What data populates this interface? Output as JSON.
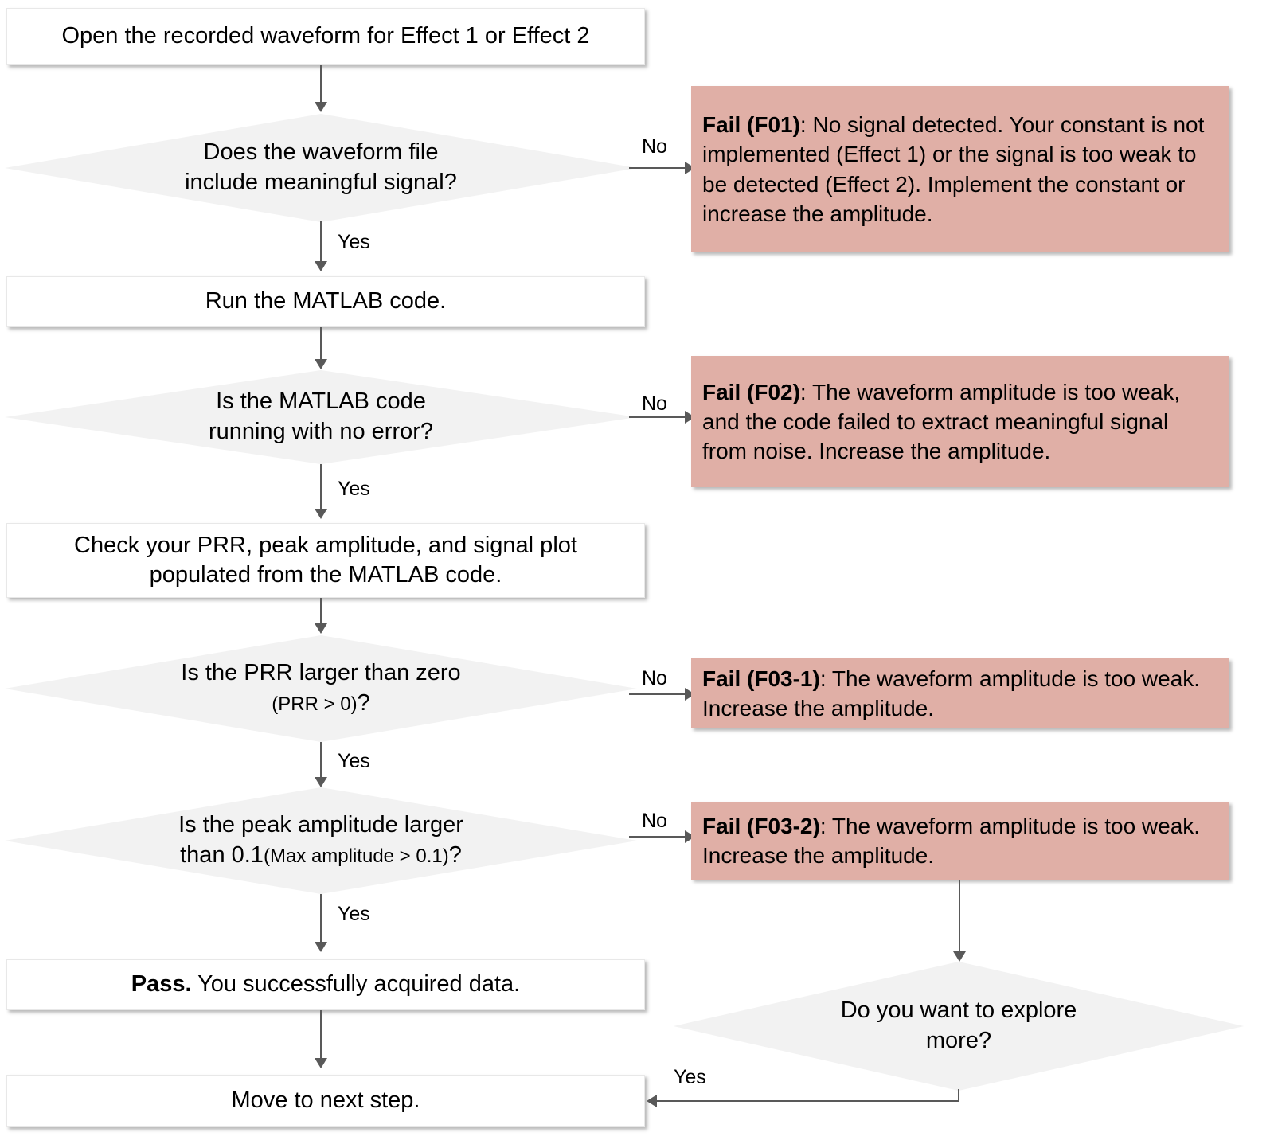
{
  "diagram": {
    "type": "flowchart",
    "title": "Waveform data acquisition troubleshooting flowchart",
    "colors": {
      "process_fill": "#ffffff",
      "decision_fill": "#f2f2f2",
      "fail_fill": "#e0afa6",
      "connector": "#595959",
      "text": "#000000"
    }
  },
  "nodes": {
    "start_box": "Open the recorded waveform for Effect 1 or Effect 2",
    "decision_signal_line1": "Does the waveform file",
    "decision_signal_line2": "include meaningful signal?",
    "run_matlab": "Run the MATLAB code.",
    "decision_matlab_line1": "Is the MATLAB code",
    "decision_matlab_line2": "running with no error?",
    "check_outputs_line1": "Check your PRR, peak amplitude, and signal plot",
    "check_outputs_line2": "populated from the MATLAB code.",
    "decision_prr_line1": "Is the PRR  larger than zero",
    "decision_prr_line2": "(PRR > 0)",
    "decision_prr_qmark": "?",
    "decision_peak_line1": "Is the peak amplitude larger",
    "decision_peak_line2a": "than 0.1",
    "decision_peak_line2b": "(Max amplitude > 0.1)",
    "decision_peak_qmark": "?",
    "pass_bold": "Pass.",
    "pass_rest": " You successfully acquired data.",
    "move_next": "Move to next step.",
    "decision_explore_line1": "Do you want to explore",
    "decision_explore_line2": "more?"
  },
  "fail_boxes": {
    "f01": {
      "label": "Fail (F01)",
      "text": ": No signal detected. Your constant is not implemented (Effect 1) or the signal is too weak to be detected (Effect 2). Implement the constant or increase the amplitude."
    },
    "f02": {
      "label": "Fail (F02)",
      "text": ": The waveform amplitude is too weak, and the code failed to extract meaningful signal from noise. Increase the amplitude."
    },
    "f03_1": {
      "label": "Fail (F03-1)",
      "text": ": The waveform amplitude is too weak. Increase the amplitude."
    },
    "f03_2": {
      "label": "Fail (F03-2)",
      "text": ": The waveform amplitude is too weak. Increase the amplitude."
    }
  },
  "edge_labels": {
    "no_1": "No",
    "yes_1": "Yes",
    "no_2": "No",
    "yes_2": "Yes",
    "no_3": "No",
    "yes_3": "Yes",
    "no_4": "No",
    "yes_4": "Yes",
    "yes_explore": "Yes"
  }
}
